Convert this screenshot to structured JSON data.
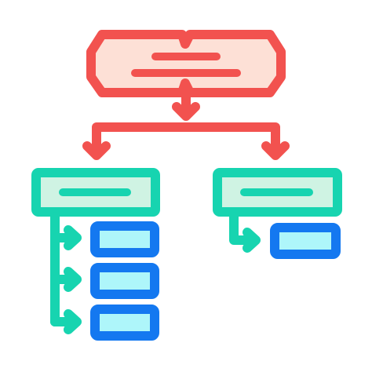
{
  "icon": {
    "name": "hierarchy-structure-icon",
    "colors": {
      "root_stroke": "#f2524f",
      "root_fill": "#fde0d6",
      "connector_top": "#f2524f",
      "level1_stroke": "#17d4b0",
      "level1_fill": "#cff3e3",
      "connector_sub": "#17d4b0",
      "leaf_stroke": "#1478f0",
      "leaf_fill": "#aef6fa",
      "background": "#ffffff"
    },
    "structure": {
      "root": {
        "children": 2
      },
      "level1": [
        {
          "id": "left-node",
          "leaf_count": 3
        },
        {
          "id": "right-node",
          "leaf_count": 1
        }
      ]
    }
  }
}
